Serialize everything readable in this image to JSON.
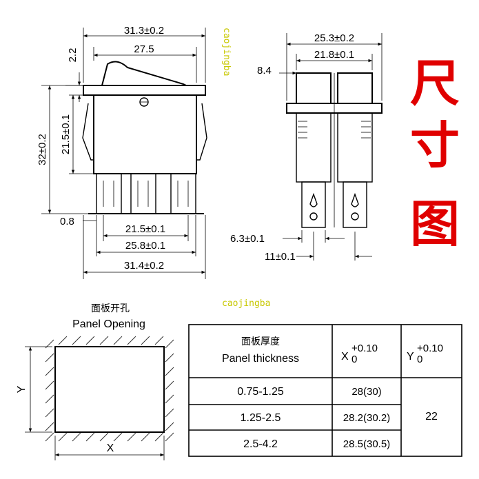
{
  "front_view": {
    "dims": {
      "top_width": "31.3±0.2",
      "inner_width": "27.5",
      "flange": "2.2",
      "height": "32±0.2",
      "body_height": "21.5±0.1",
      "base": "0.8",
      "terminal_span_1": "21.5±0.1",
      "terminal_span_2": "25.8±0.1",
      "bottom_width": "31.4±0.2"
    }
  },
  "side_view": {
    "dims": {
      "outer_width": "25.3±0.2",
      "inner_width": "21.8±0.1",
      "depth": "8.4",
      "terminal_width": "6.3±0.1",
      "terminal_pitch": "11±0.1"
    }
  },
  "title_chars": [
    "尺",
    "寸",
    "图"
  ],
  "watermark": "caojingba",
  "panel_opening": {
    "title_cn": "面板开孔",
    "title_en": "Panel Opening",
    "x_label": "X",
    "y_label": "Y"
  },
  "table": {
    "header": {
      "col1_cn": "面板厚度",
      "col1_en": "Panel thickness",
      "col2_base": "X",
      "col2_sup": "+0.10",
      "col2_sub": "0",
      "col3_base": "Y",
      "col3_sup": "+0.10",
      "col3_sub": "0"
    },
    "rows": [
      {
        "thickness": "0.75-1.25",
        "x": "28(30)"
      },
      {
        "thickness": "1.25-2.5",
        "x": "28.2(30.2)"
      },
      {
        "thickness": "2.5-4.2",
        "x": "28.5(30.5)"
      }
    ],
    "y_value": "22"
  }
}
